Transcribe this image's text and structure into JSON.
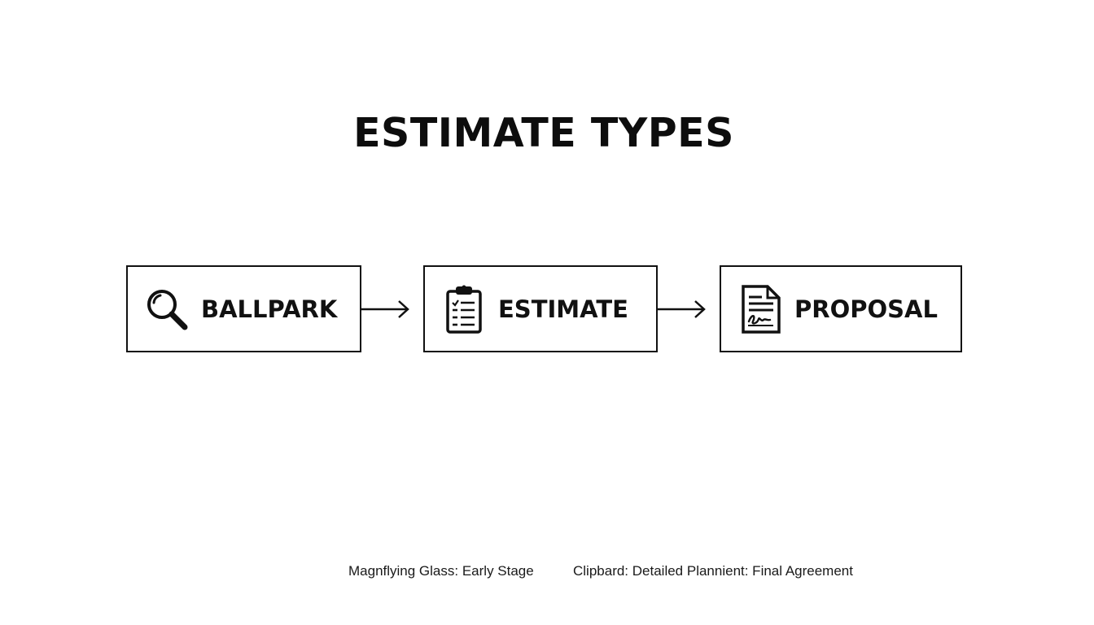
{
  "title": "ESTIMATE TYPES",
  "stages": [
    {
      "label": "BALLPARK",
      "icon": "magnifying-glass-icon"
    },
    {
      "label": "ESTIMATE",
      "icon": "clipboard-checklist-icon"
    },
    {
      "label": "PROPOSAL",
      "icon": "signed-document-icon"
    }
  ],
  "captions": {
    "left": "Magnflying Glass: Early Stage",
    "right": "Clipbard: Detailed Plannient: Final Agreement"
  },
  "colors": {
    "background": "#ffffff",
    "ink": "#111111"
  }
}
